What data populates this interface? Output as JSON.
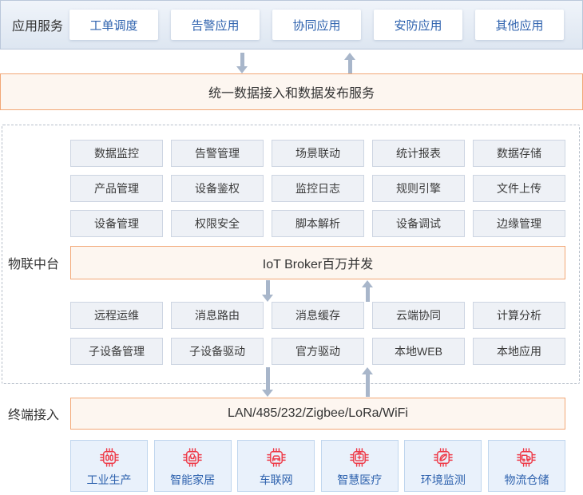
{
  "colors": {
    "orange-border": "#f2a777",
    "orange-bg": "#fdf6f0",
    "banner-bg-top": "#f0f4fa",
    "banner-bg-bottom": "#dde6f1",
    "banner-border": "#bac7da",
    "link-blue": "#2e62ae",
    "module-bg": "#eef1f6",
    "module-border": "#cdd5e2",
    "dashed-border": "#b7bfca",
    "arrow-gray": "#a8b6ca",
    "icon-red": "#ee3b49",
    "device-bg": "#e9f1fb",
    "device-border": "#c0d6ee",
    "text-dark": "#333333"
  },
  "app_services": {
    "label": "应用服务",
    "items": [
      "工单调度",
      "告警应用",
      "协同应用",
      "安防应用",
      "其他应用"
    ]
  },
  "unified_service": {
    "label": "统一数据接入和数据发布服务"
  },
  "iot_platform": {
    "label": "物联中台",
    "broker": "IoT Broker百万并发",
    "modules_top": [
      [
        "数据监控",
        "告警管理",
        "场景联动",
        "统计报表",
        "数据存储"
      ],
      [
        "产品管理",
        "设备鉴权",
        "监控日志",
        "规则引擎",
        "文件上传"
      ],
      [
        "设备管理",
        "权限安全",
        "脚本解析",
        "设备调试",
        "边缘管理"
      ]
    ],
    "modules_bottom": [
      [
        "远程运维",
        "消息路由",
        "消息缓存",
        "云端协同",
        "计算分析"
      ],
      [
        "子设备管理",
        "子设备驱动",
        "官方驱动",
        "本地WEB",
        "本地应用"
      ]
    ]
  },
  "terminal_access": {
    "label": "终端接入",
    "protocols": "LAN/485/232/Zigbee/LoRa/WiFi"
  },
  "devices": {
    "items": [
      {
        "label": "工业生产",
        "icon": "industry-chip-icon"
      },
      {
        "label": "智能家居",
        "icon": "smart-home-chip-icon"
      },
      {
        "label": "车联网",
        "icon": "car-chip-icon"
      },
      {
        "label": "智慧医疗",
        "icon": "medical-chip-icon"
      },
      {
        "label": "环境监测",
        "icon": "environment-chip-icon"
      },
      {
        "label": "物流仓储",
        "icon": "logistics-chip-icon"
      }
    ]
  }
}
